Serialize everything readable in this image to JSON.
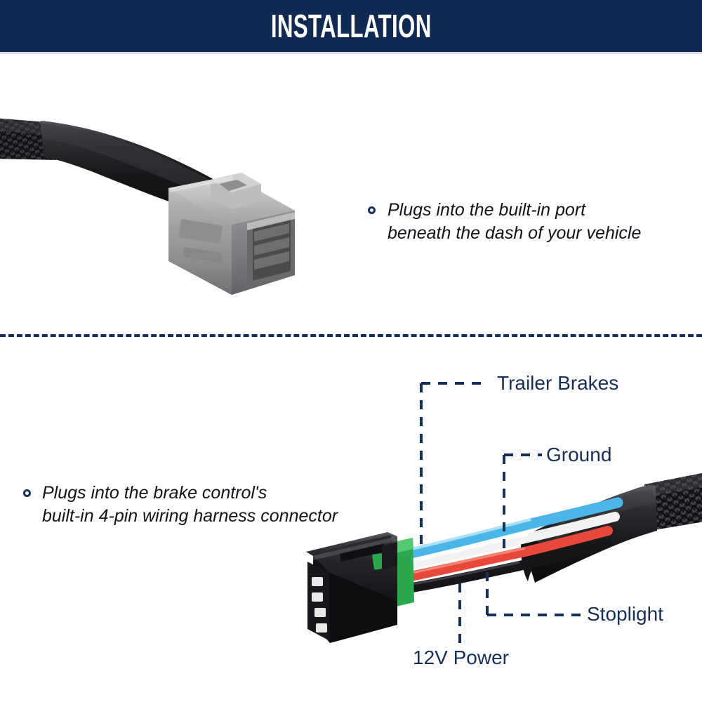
{
  "header": {
    "title": "INSTALLATION",
    "bg_color": "#102a53",
    "text_color": "#ffffff"
  },
  "theme": {
    "navy": "#16305c",
    "body_text": "#111418",
    "background": "#ffffff"
  },
  "sections": {
    "top": {
      "callout": {
        "bullet": "circle-outline-bullet",
        "text": "Plugs into the built-in port\nbeneath the dash of your vehicle"
      },
      "photo": {
        "subject": "vehicle-side-gray-connector-harness",
        "connector_color": "#9a9a9b",
        "sleeve_color": "#1b1b1d",
        "wire_colors": [
          "#2f7fd6",
          "#e8483a",
          "#f2f2f0",
          "#17171a"
        ]
      }
    },
    "bottom": {
      "callout": {
        "bullet": "circle-outline-bullet",
        "text": "Plugs into the brake control's\nbuilt-in 4-pin wiring harness connector"
      },
      "photo": {
        "subject": "brake-control-side-black-4pin-connector",
        "connector_color": "#1d1d20",
        "keyway_color": "#2aa94f",
        "sleeve_color": "#1b1b1d",
        "braid_color": "#252528"
      },
      "wire_labels": [
        {
          "id": "trailer-brakes",
          "label": "Trailer Brakes",
          "wire_color": "#4bb6e8"
        },
        {
          "id": "ground",
          "label": "Ground",
          "wire_color": "#f2f2f0"
        },
        {
          "id": "stoplight",
          "label": "Stoplight",
          "wire_color": "#e8483a"
        },
        {
          "id": "12v-power",
          "label": "12V Power",
          "wire_color": "#17171a"
        }
      ]
    }
  },
  "divider": {
    "style": "dashed",
    "color": "#16305c"
  }
}
